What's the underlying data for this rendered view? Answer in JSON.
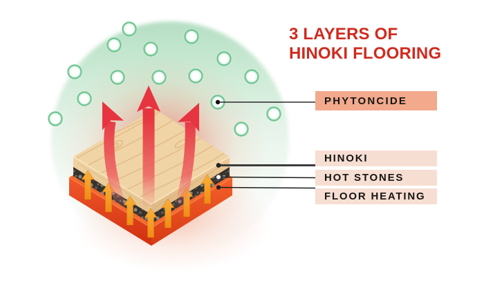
{
  "title": {
    "text": "3 LAYERS OF\nHINOKI FLOORING",
    "color": "#d02a1e"
  },
  "callouts": {
    "phytoncide": {
      "label": "PHYTONCIDE",
      "bg": "#f2a98c"
    },
    "hinoki": {
      "label": "HINOKI",
      "bg": "#f7ded2"
    },
    "hot_stones": {
      "label": "HOT STONES",
      "bg": "#f7ded2"
    },
    "floor_heating": {
      "label": "FLOOR HEATING",
      "bg": "#f7ded2"
    }
  },
  "diagram": {
    "subject": "3-layer hinoki flooring cross-section emitting phytoncide",
    "layers_top_to_bottom": [
      "HINOKI",
      "HOT STONES",
      "FLOOR HEATING"
    ],
    "particles_label": "PHYTONCIDE",
    "colors": {
      "title_red": "#d02a1e",
      "rising_arrow_red": "#e63a41",
      "heat_arrow_orange": "#f49c20",
      "wood_tan": "#f0d4a6",
      "stone_dark": "#35312d",
      "heating_red": "#e8431c",
      "cloud_green": "#b5dfc4",
      "bubble_ring_green": "#74c795",
      "label_big_bg": "#f2a98c",
      "label_small_bg": "#f7ded2"
    }
  }
}
